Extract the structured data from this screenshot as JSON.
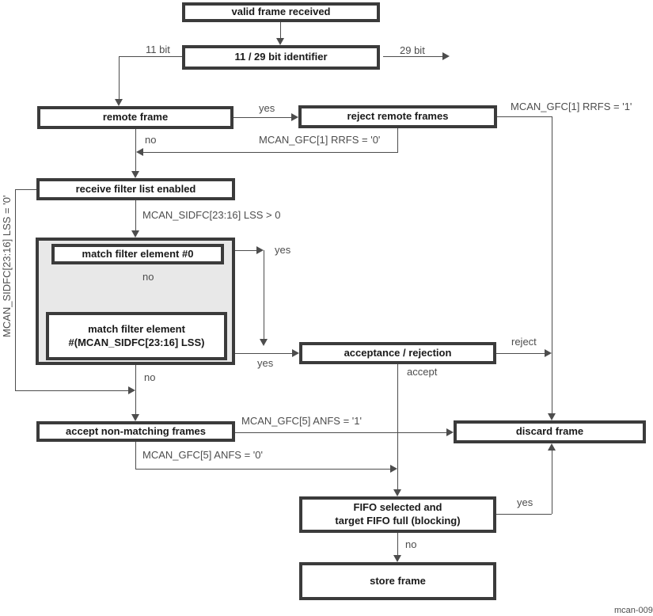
{
  "diagram": {
    "figure_id": "mcan-009",
    "colors": {
      "box_border": "#3b3b3b",
      "line": "#4d4d4d",
      "grey_fill": "#e8e8e8",
      "label_text": "#4d4d4d",
      "box_text": "#1a1a1a",
      "background": "#ffffff"
    },
    "nodes": {
      "valid_frame": {
        "label": "valid frame received"
      },
      "identifier": {
        "label": "11 / 29 bit identifier"
      },
      "remote_frame": {
        "label": "remote frame"
      },
      "reject_remote_frames": {
        "label": "reject remote frames"
      },
      "receive_filter_list": {
        "label": "receive filter list enabled"
      },
      "match_filter_0": {
        "label": "match filter element #0"
      },
      "match_filter_n": {
        "line1": "match filter element",
        "line2": "#(MCAN_SIDFC[23:16] LSS)"
      },
      "acceptance_rejection": {
        "label": "acceptance / rejection"
      },
      "accept_non_matching": {
        "label": "accept non-matching frames"
      },
      "discard_frame": {
        "label": "discard frame"
      },
      "fifo_selected": {
        "line1": "FIFO selected and",
        "line2": "target FIFO full (blocking)"
      },
      "store_frame": {
        "label": "store frame"
      }
    },
    "labels": {
      "bit11": "11 bit",
      "bit29": "29 bit",
      "yes_remote": "yes",
      "no_remote": "no",
      "rrfs1": "MCAN_GFC[1] RRFS = '1'",
      "rrfs0": "MCAN_GFC[1] RRFS = '0'",
      "lss_gt0": "MCAN_SIDFC[23:16] LSS > 0",
      "lss_eq0": "MCAN_SIDFC[23:16] LSS = '0'",
      "yes_filter0": "yes",
      "no_filter0": "no",
      "yes_filtern": "yes",
      "no_below_group": "no",
      "reject": "reject",
      "accept": "accept",
      "anfs1": "MCAN_GFC[5] ANFS = '1'",
      "anfs0": "MCAN_GFC[5] ANFS = '0'",
      "yes_fifo": "yes",
      "no_fifo": "no"
    }
  }
}
